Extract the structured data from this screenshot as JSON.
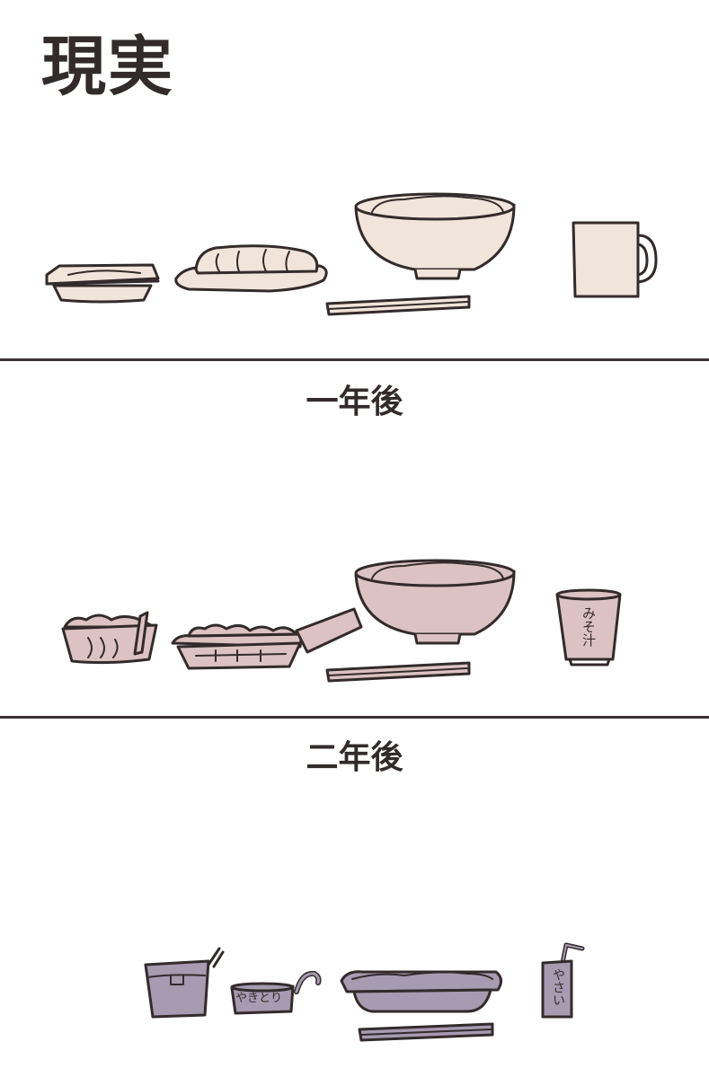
{
  "panels": [
    {
      "title": "現実",
      "fill_color": "#f1e4da",
      "items": [
        {
          "name": "bento-tray",
          "label": ""
        },
        {
          "name": "bread-loaf-on-plate",
          "label": ""
        },
        {
          "name": "rice-bowl",
          "label": ""
        },
        {
          "name": "chopsticks",
          "label": ""
        },
        {
          "name": "mug",
          "label": ""
        }
      ]
    },
    {
      "title": "一年後",
      "fill_color": "#dcc2c2",
      "items": [
        {
          "name": "salad-container",
          "label": ""
        },
        {
          "name": "dumpling-pack",
          "label": ""
        },
        {
          "name": "rice-bowl",
          "label": ""
        },
        {
          "name": "chopsticks",
          "label": ""
        },
        {
          "name": "miso-soup-cup",
          "label": "みそ汁"
        }
      ]
    },
    {
      "title": "二年後",
      "fill_color": "#a89ab1",
      "items": [
        {
          "name": "takeout-box",
          "label": ""
        },
        {
          "name": "yakitori-can",
          "label": "やきとり"
        },
        {
          "name": "rice-tray",
          "label": ""
        },
        {
          "name": "chopsticks",
          "label": ""
        },
        {
          "name": "vegetable-juice-box",
          "label": "やさい"
        }
      ]
    }
  ],
  "colors": {
    "ink": "#332b2b",
    "divider": "#3a3232",
    "panel1_fill": "#f1e4da",
    "panel2_fill": "#dcc2c2",
    "panel3_fill": "#a89ab1"
  }
}
